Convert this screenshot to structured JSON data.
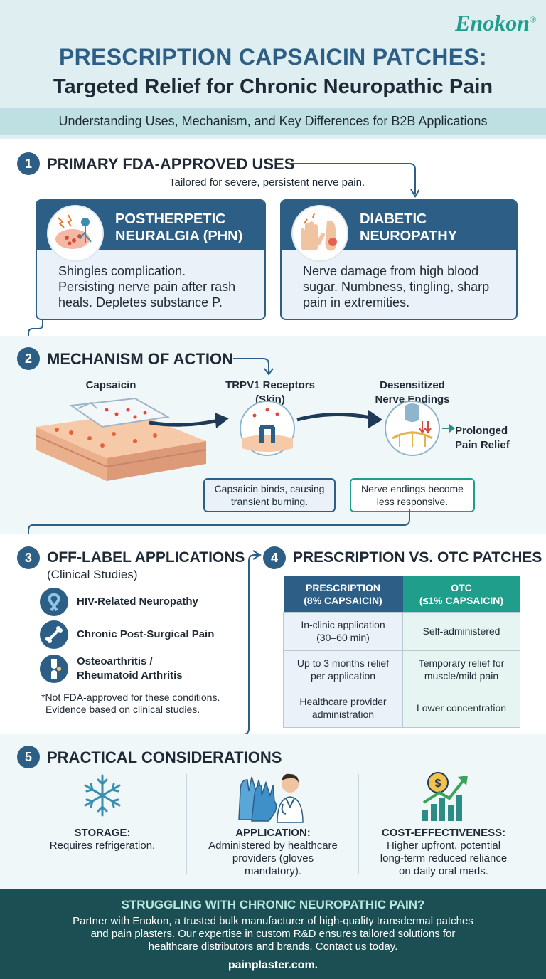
{
  "brand": {
    "name": "Enokon",
    "mark": "®"
  },
  "header": {
    "title_line1": "PRESCRIPTION CAPSAICIN PATCHES:",
    "title_line2": "Targeted Relief for Chronic Neuropathic Pain",
    "subtitle": "Understanding Uses, Mechanism, and Key Differences for B2B Applications"
  },
  "section1": {
    "number": "1",
    "title": "PRIMARY FDA-APPROVED USES",
    "note": "Tailored for severe, persistent nerve pain.",
    "cards": [
      {
        "title_line1": "POSTHERPETIC",
        "title_line2": "NEURALGIA (PHN)",
        "body_line1": "Shingles complication.",
        "body_line2": "Persisting nerve pain after rash",
        "body_line3": "heals. Depletes substance P.",
        "icon": "nerve-rash-icon"
      },
      {
        "title_line1": "DIABETIC",
        "title_line2": "NEUROPATHY",
        "body_line1": "Nerve damage from high blood",
        "body_line2": "sugar. Numbness, tingling, sharp",
        "body_line3": "pain in extremities.",
        "icon": "hand-foot-icon"
      }
    ]
  },
  "section2": {
    "number": "2",
    "title": "MECHANISM OF ACTION",
    "capsaicin_label": "Capsaicin",
    "receptor_label_line1": "TRPV1 Receptors",
    "receptor_label_line2": "(Skin)",
    "desens_label_line1": "Desensitized",
    "desens_label_line2": "Nerve Endings",
    "relief_label_line1": "Prolonged",
    "relief_label_line2": "Pain Relief",
    "box1_line1": "Capsaicin binds, causing",
    "box1_line2": "transient burning.",
    "box2_line1": "Nerve endings become",
    "box2_line2": "less responsive."
  },
  "section3": {
    "number": "3",
    "title": "OFF-LABEL APPLICATIONS",
    "subtitle": "(Clinical Studies)",
    "items": [
      {
        "label": "HIV-Related Neuropathy",
        "icon": "ribbon-icon"
      },
      {
        "label": "Chronic Post-Surgical Pain",
        "icon": "bone-icon"
      },
      {
        "label_line1": "Osteoarthritis /",
        "label_line2": "Rheumatoid Arthritis",
        "icon": "knee-joint-icon"
      }
    ],
    "footnote_line1": "*Not FDA-approved for these conditions.",
    "footnote_line2": "Evidence based on clinical studies."
  },
  "section4": {
    "number": "4",
    "title": "PRESCRIPTION VS. OTC PATCHES",
    "col_prescription_line1": "PRESCRIPTION",
    "col_prescription_line2": "(8% CAPSAICIN)",
    "col_otc_line1": "OTC",
    "col_otc_line2": "(≤1% CAPSAICIN)",
    "rows": [
      {
        "p1": "In-clinic application",
        "p2": "(30–60 min)",
        "o1": "Self-administered",
        "o2": ""
      },
      {
        "p1": "Up to 3 months relief",
        "p2": "per application",
        "o1": "Temporary relief for",
        "o2": "muscle/mild pain"
      },
      {
        "p1": "Healthcare provider",
        "p2": "administration",
        "o1": "Lower concentration",
        "o2": ""
      }
    ]
  },
  "section5": {
    "number": "5",
    "title": "PRACTICAL CONSIDERATIONS",
    "items": [
      {
        "heading": "STORAGE:",
        "line1": "Requires refrigeration.",
        "line2": "",
        "line3": "",
        "icon": "snowflake-icon"
      },
      {
        "heading": "APPLICATION:",
        "line1": "Administered by healthcare",
        "line2": "providers (gloves",
        "line3": "mandatory).",
        "icon": "gloves-doctor-icon"
      },
      {
        "heading": "COST-EFFECTIVENESS:",
        "line1": "Higher upfront, potential",
        "line2": "long-term reduced reliance",
        "line3": "on daily oral meds.",
        "icon": "cost-chart-icon"
      }
    ]
  },
  "footer": {
    "headline": "STRUGGLING WITH CHRONIC NEUROPATHIC PAIN?",
    "body_line1": "Partner with Enokon, a trusted bulk manufacturer of high-quality transdermal patches",
    "body_line2": "and pain plasters. Our expertise in custom R&D ensures tailored solutions for",
    "body_line3": "healthcare distributors and brands. Contact us today.",
    "url": "painplaster.com."
  },
  "colors": {
    "primary": "#2d5f86",
    "teal": "#1f9e8c",
    "footer_bg": "#1b4f53"
  }
}
